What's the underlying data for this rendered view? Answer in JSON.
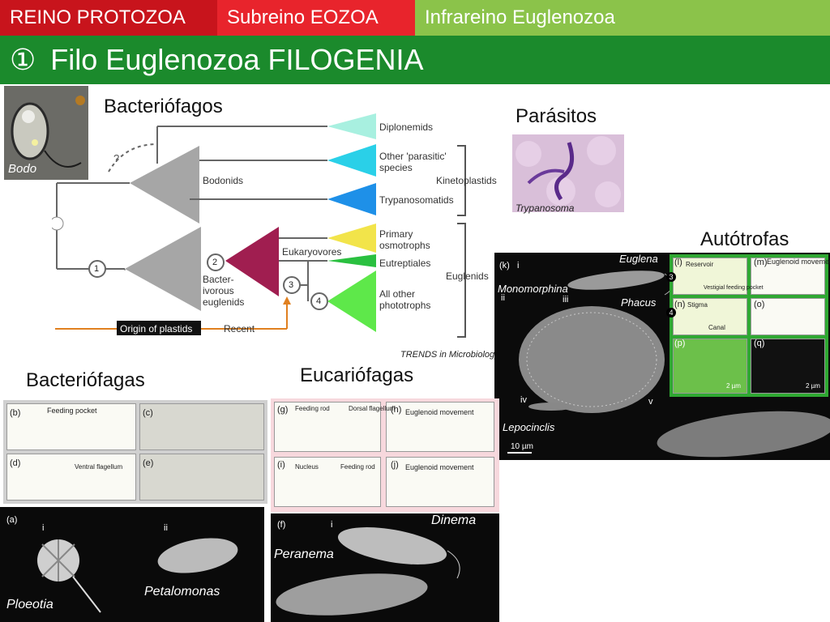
{
  "tabs": [
    "REINO PROTOZOA",
    "Subreino EOZOA",
    "Infrareino Euglenozoa"
  ],
  "title": {
    "number": "①",
    "text": "Filo Euglenozoa  FILOGENIA"
  },
  "headings": {
    "bacteriofagos": "Bacteriófagos",
    "parasitos": "Parásitos",
    "autotrofas": "Autótrofas",
    "bacteriofagas": "Bacteriófagas",
    "eucariofagas": "Eucariófagas"
  },
  "photo_labels": {
    "bodo": "Bodo",
    "trypanosoma": "Trypanosoma",
    "euglena": "Euglena",
    "monomorphina": "Monomorphina",
    "phacus": "Phacus",
    "lepocinclis": "Lepocinclis",
    "dinema": "Dinema",
    "peranema": "Peranema",
    "ploeotia": "Ploeotia",
    "petalomonas": "Petalomonas"
  },
  "tree": {
    "leaves": [
      "Diplonemids",
      "Other 'parasitic' species",
      "Trypanosomatids",
      "Primary osmotrophs",
      "Eutreptiales",
      "All other phototrophs"
    ],
    "groups": [
      "Bodonids",
      "Bacter-ivorous euglenids",
      "Eukaryovores"
    ],
    "brackets": [
      "Kinetoplastids",
      "Euglenids"
    ],
    "nodes": [
      "1",
      "2",
      "3",
      "4"
    ],
    "origin_label": "Origin of plastids",
    "recent_label": "Recent",
    "source": "TRENDS in Microbiology"
  },
  "panel_letters": {
    "b": "(b)",
    "c": "(c)",
    "d": "(d)",
    "e": "(e)",
    "g": "(g)",
    "h": "(h)",
    "i": "(i)",
    "j": "(j)",
    "k": "(k)",
    "l": "(l)",
    "m": "(m)",
    "n": "(n)",
    "o": "(o)",
    "p": "(p)",
    "q": "(q)",
    "a": "(a)",
    "f": "(f)"
  },
  "panel_texts": {
    "feeding_pocket": "Feeding pocket",
    "ventral_flagellum": "Ventral flagellum",
    "feeding_rod": "Feeding rod",
    "dorsal_flagellum": "Dorsal flagellum",
    "nucleus": "Nucleus",
    "euglenoid_movement": "Euglenoid movement",
    "reservoir": "Reservoir",
    "vestigial_feeding_pocket": "Vestigial feeding pocket",
    "stigma": "Stigma",
    "canal": "Canal",
    "scale_10um": "10 µm",
    "scale_2um": "2 µm",
    "roman_i": "i",
    "roman_ii": "ii",
    "roman_iii": "iii",
    "roman_iv": "iv",
    "roman_v": "v",
    "num_3": "3",
    "num_4": "4"
  }
}
